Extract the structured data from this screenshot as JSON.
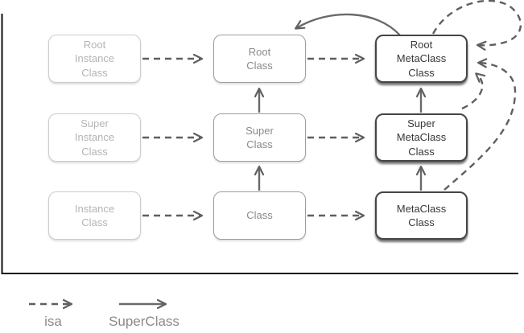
{
  "diagram": {
    "nodes": {
      "root_instance": {
        "label": "Root\nInstance\nClass"
      },
      "super_instance": {
        "label": "Super\nInstance\nClass"
      },
      "instance": {
        "label": "Instance\nClass"
      },
      "root_class": {
        "label": "Root\nClass"
      },
      "super_class": {
        "label": "Super\nClass"
      },
      "class": {
        "label": "Class"
      },
      "root_metaclass": {
        "label": "Root\nMetaClass\nClass"
      },
      "super_metaclass": {
        "label": "Super\nMetaClass\nClass"
      },
      "metaclass": {
        "label": "MetaClass\nClass"
      }
    },
    "relations": {
      "isa_style": "dashed",
      "superclass_style": "solid",
      "isa": [
        "Root Instance Class -> Root Class",
        "Super Instance Class -> Super Class",
        "Instance Class -> Class",
        "Root Class -> Root MetaClass Class",
        "Super Class -> Super MetaClass Class",
        "Class -> MetaClass Class",
        "Root MetaClass Class -> Root MetaClass Class",
        "Super MetaClass Class -> Root MetaClass Class",
        "MetaClass Class -> Root MetaClass Class"
      ],
      "superclass": [
        "Super Class -> Root Class",
        "Class -> Super Class",
        "Super MetaClass Class -> Root MetaClass Class",
        "MetaClass Class -> Super MetaClass Class",
        "Root MetaClass Class -> Root Class"
      ]
    }
  },
  "legend": {
    "items": [
      {
        "label": "isa",
        "line_style": "dashed-arrow"
      },
      {
        "label": "SuperClass",
        "line_style": "solid-arrow"
      }
    ]
  },
  "colors": {
    "background": "#ffffff",
    "axis": "#111111",
    "arrow": "#5f5f5f",
    "instance_box_border": "#cccccc",
    "instance_box_text": "#b4b4b4",
    "class_box_border": "#9e9e9e",
    "class_box_text": "#8a8a8a",
    "meta_box_border": "#454545",
    "meta_box_text": "#383838",
    "legend_text": "#8a8a8a"
  }
}
